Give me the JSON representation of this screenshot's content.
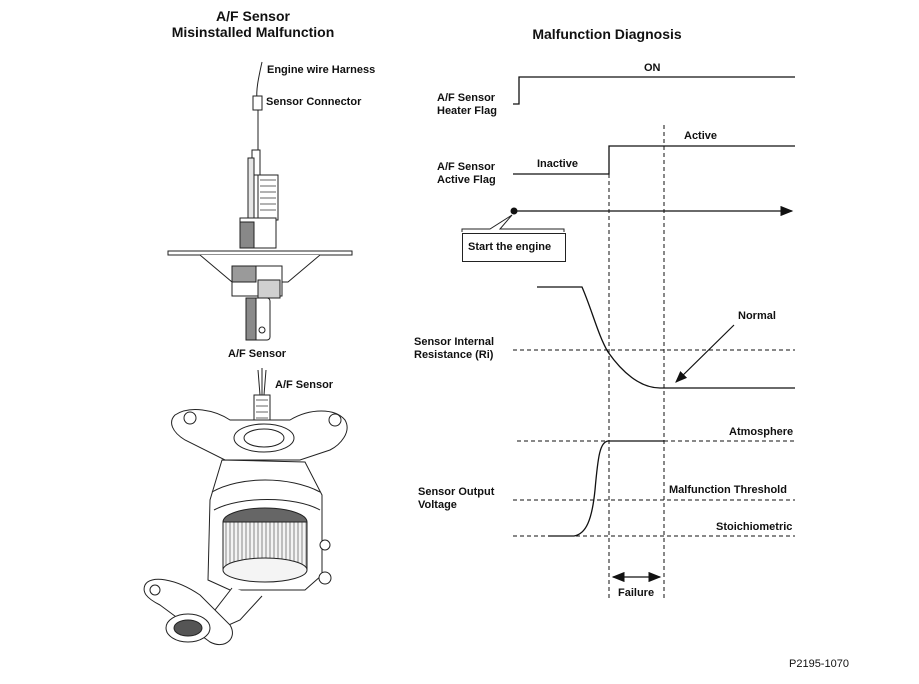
{
  "left_panel": {
    "title_line1": "A/F Sensor",
    "title_line2": "Misinstalled Malfunction",
    "label_engine_wire_harness": "Engine wire Harness",
    "label_sensor_connector": "Sensor Connector",
    "label_af_sensor_upper": "A/F Sensor",
    "label_af_sensor_lower": "A/F Sensor"
  },
  "diagnosis": {
    "title": "Malfunction Diagnosis",
    "heater_flag": {
      "label_line1": "A/F Sensor",
      "label_line2": "Heater Flag",
      "state": "ON"
    },
    "active_flag": {
      "label_line1": "A/F Sensor",
      "label_line2": "Active Flag",
      "state_before": "Inactive",
      "state_after": "Active"
    },
    "start_engine_label": "Start the engine",
    "resistance": {
      "label_line1": "Sensor Internal",
      "label_line2": "Resistance (Ri)",
      "normal_label": "Normal"
    },
    "voltage": {
      "label_line1": "Sensor Output",
      "label_line2": "Voltage",
      "atmosphere_label": "Atmosphere",
      "threshold_label": "Malfunction Threshold",
      "stoichiometric_label": "Stoichiometric"
    },
    "failure_label": "Failure"
  },
  "figure_code": "P2195-1070"
}
